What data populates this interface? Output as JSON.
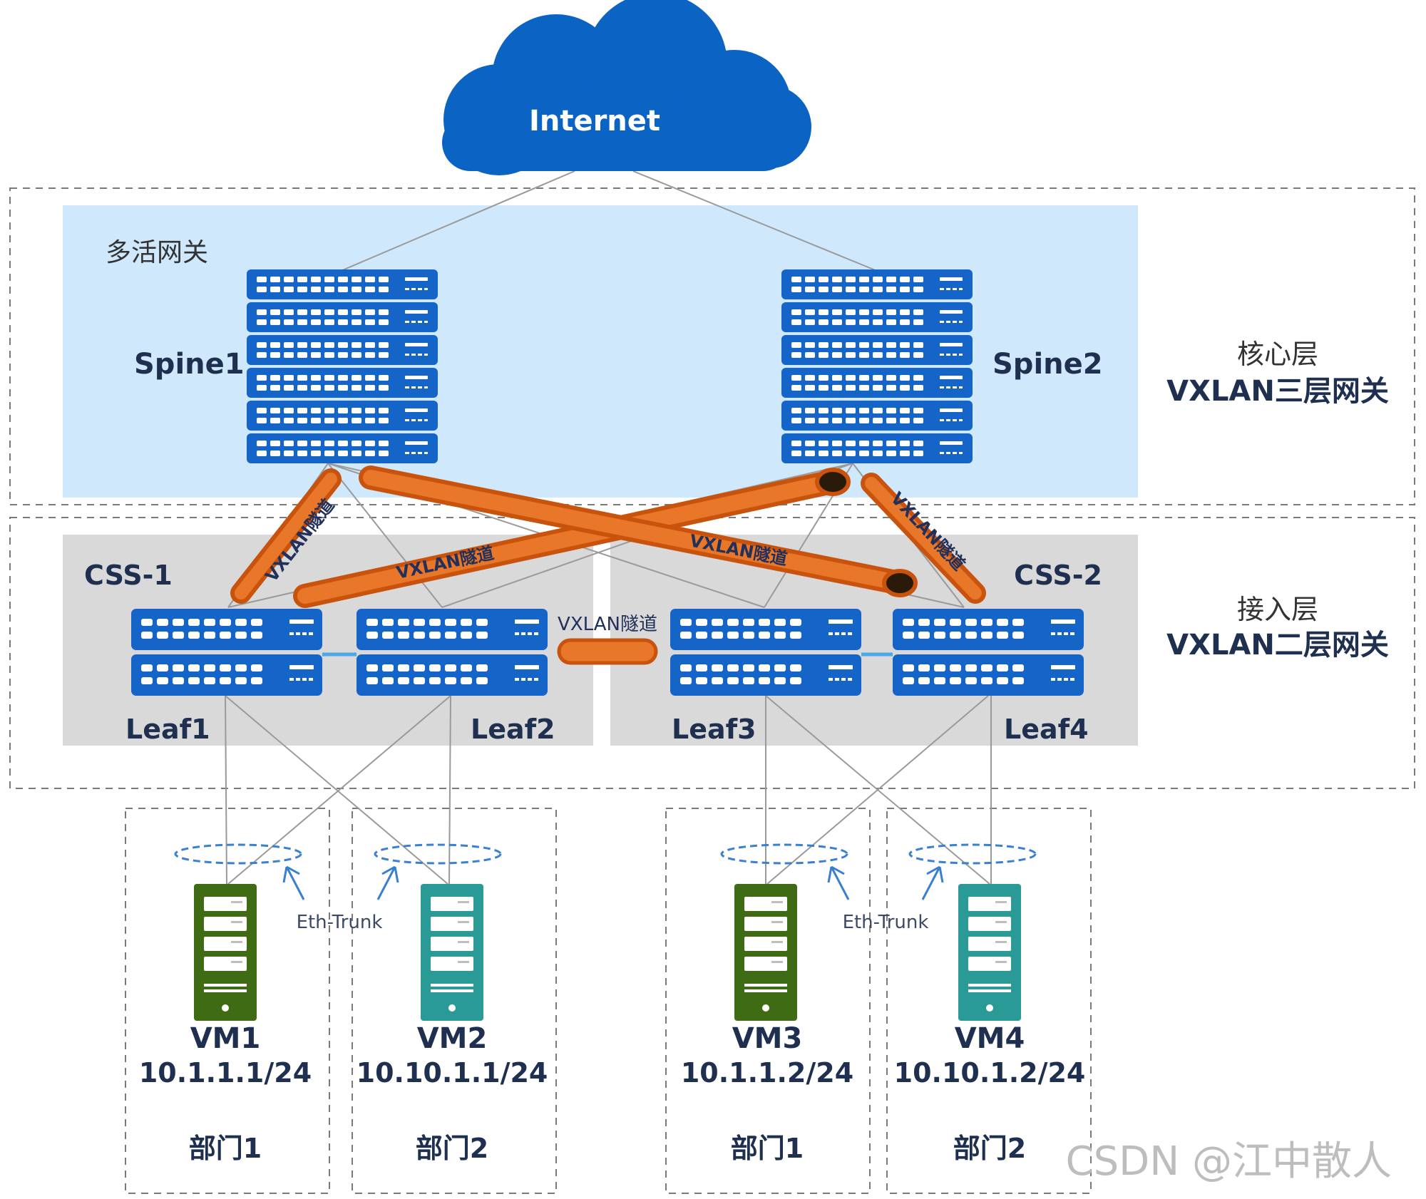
{
  "internet": {
    "label": "Internet"
  },
  "core": {
    "group_label": "多活网关",
    "layer_line1": "核心层",
    "layer_line2": "VXLAN三层网关",
    "spines": [
      {
        "label": "Spine1"
      },
      {
        "label": "Spine2"
      }
    ]
  },
  "access": {
    "layer_line1": "接入层",
    "layer_line2": "VXLAN二层网关",
    "css": [
      {
        "label": "CSS-1"
      },
      {
        "label": "CSS-2"
      }
    ],
    "leaves": [
      {
        "label": "Leaf1"
      },
      {
        "label": "Leaf2"
      },
      {
        "label": "Leaf3"
      },
      {
        "label": "Leaf4"
      }
    ]
  },
  "tunnels": {
    "label": "VXLAN隧道"
  },
  "eth_trunk": {
    "label": "Eth-Trunk"
  },
  "vms": [
    {
      "name": "VM1",
      "ip": "10.1.1.1/24",
      "dept": "部门1",
      "color": "#3e6b14"
    },
    {
      "name": "VM2",
      "ip": "10.10.1.1/24",
      "dept": "部门2",
      "color": "#2a9a96"
    },
    {
      "name": "VM3",
      "ip": "10.1.1.2/24",
      "dept": "部门1",
      "color": "#3e6b14"
    },
    {
      "name": "VM4",
      "ip": "10.10.1.2/24",
      "dept": "部门2",
      "color": "#2a9a96"
    }
  ],
  "watermark": "CSDN @江中散人",
  "colors": {
    "cloud": "#0b63c4",
    "switch": "#1565c8",
    "tunnel": "#d85f12",
    "core_bg": "#cfe8fb",
    "access_bg": "#d9d9d9"
  }
}
